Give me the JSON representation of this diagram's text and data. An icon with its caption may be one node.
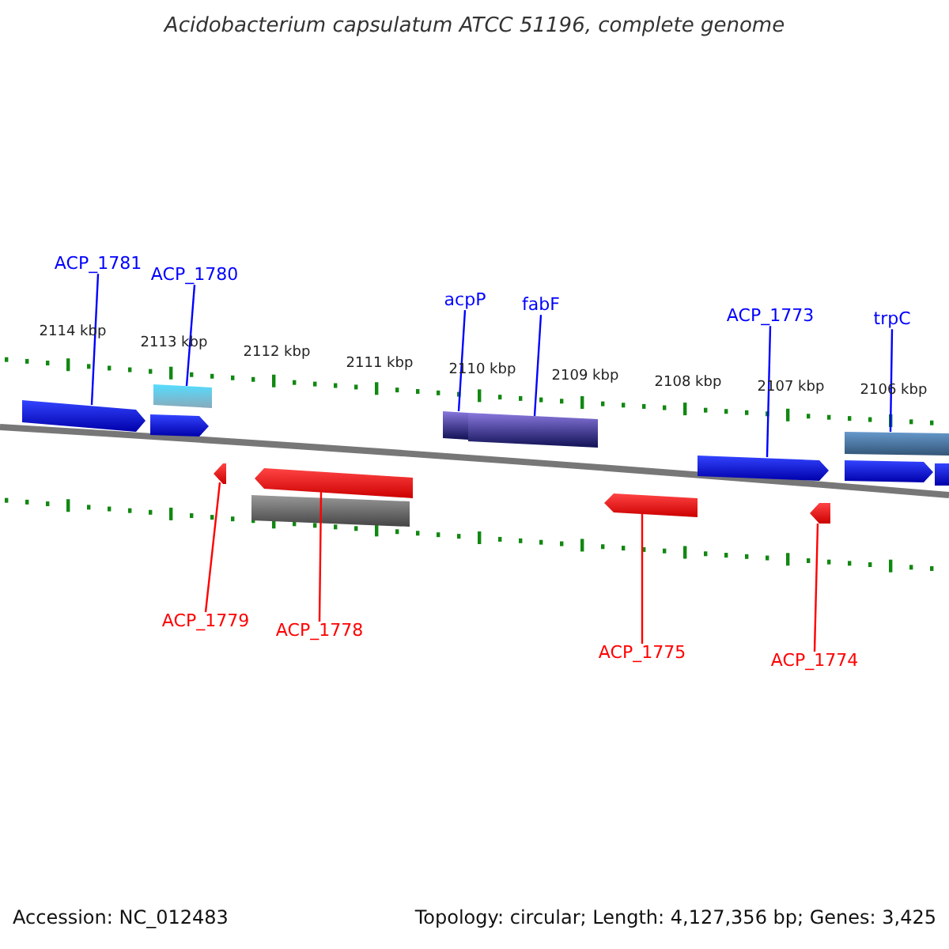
{
  "diagram": {
    "title": "Acidobacterium capsulatum ATCC 51196, complete genome",
    "nodes": [
      {
        "text": [
          "ACP_1781"
        ]
      },
      {
        "text": [
          "ACP_1780"
        ]
      },
      {
        "text": [
          "acpP"
        ]
      },
      {
        "text": [
          "fabF"
        ]
      },
      {
        "text": [
          "ACP_1773"
        ]
      },
      {
        "text": [
          "trpC"
        ]
      },
      {
        "text": [
          "ACP_1779"
        ]
      },
      {
        "text": [
          "ACP_1778"
        ]
      },
      {
        "text": [
          "ACP_1775"
        ]
      },
      {
        "text": [
          "ACP_1774"
        ]
      },
      {
        "text": [],
        "shape": "arrow"
      },
      {
        "text": [],
        "shape": "bar"
      },
      {
        "text": [],
        "shape": "arrow"
      },
      {
        "text": [],
        "shape": "arrow"
      },
      {
        "text": [],
        "shape": "bar"
      },
      {
        "text": [],
        "shape": "arrow"
      },
      {
        "text": [],
        "shape": "bar"
      },
      {
        "text": [],
        "shape": "bar"
      },
      {
        "text": [],
        "shape": "arrow"
      },
      {
        "text": [],
        "shape": "arrow"
      },
      {
        "text": [],
        "shape": "arrow"
      },
      {
        "text": [],
        "shape": "bar"
      },
      {
        "text": [],
        "shape": "arrow"
      },
      {
        "text": [],
        "shape": "bar"
      }
    ],
    "edges": [
      {
        "from": 0,
        "to": 10,
        "arrow": "none"
      },
      {
        "from": 1,
        "to": 11,
        "arrow": "none"
      },
      {
        "from": 2,
        "to": 16,
        "arrow": "none"
      },
      {
        "from": 3,
        "to": 17,
        "arrow": "none"
      },
      {
        "from": 4,
        "to": 19,
        "arrow": "none"
      },
      {
        "from": 5,
        "to": 21,
        "arrow": "none"
      },
      {
        "from": 6,
        "to": 13,
        "arrow": "none",
        "color": "#ff0000"
      },
      {
        "from": 7,
        "to": 15,
        "arrow": "none",
        "color": "#ff0000"
      },
      {
        "from": 8,
        "to": 18,
        "arrow": "none",
        "color": "#ff0000"
      },
      {
        "from": 9,
        "to": 20,
        "arrow": "none",
        "color": "#ff0000"
      }
    ],
    "labels": [
      "2114 kbp",
      "2113 kbp",
      "2112 kbp",
      "2111 kbp",
      "2110 kbp",
      "2109 kbp",
      "2108 kbp",
      "2107 kbp",
      "2106 kbp",
      "Accession: NC_012483",
      "Topology: circular; Length: 4,127,356 bp; Genes: 3,425"
    ]
  }
}
